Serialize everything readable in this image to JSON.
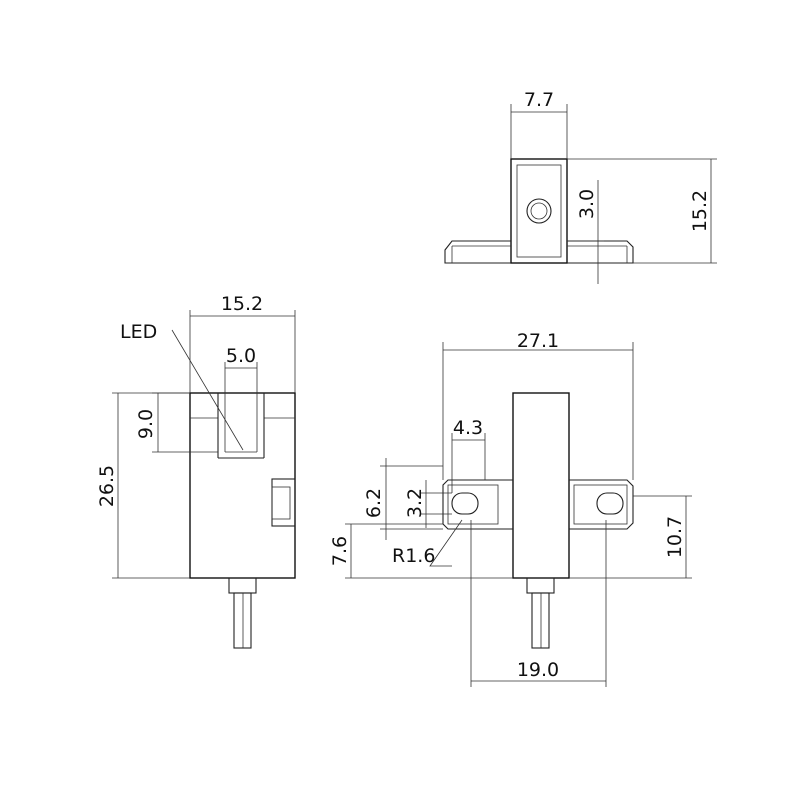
{
  "dimensions": {
    "top_width": "7.7",
    "top_hole": "3.0",
    "top_height": "15.2",
    "side_width": "15.2",
    "slot_width": "5.0",
    "slot_depth": "9.0",
    "body_height": "26.5",
    "overall_width": "27.1",
    "hole_dia": "4.3",
    "flange_height": "6.2",
    "hole_height": "3.2",
    "flange_offset": "7.6",
    "corner_radius": "R1.6",
    "flange_bottom": "10.7",
    "hole_spacing": "19.0"
  },
  "labels": {
    "led": "LED"
  }
}
